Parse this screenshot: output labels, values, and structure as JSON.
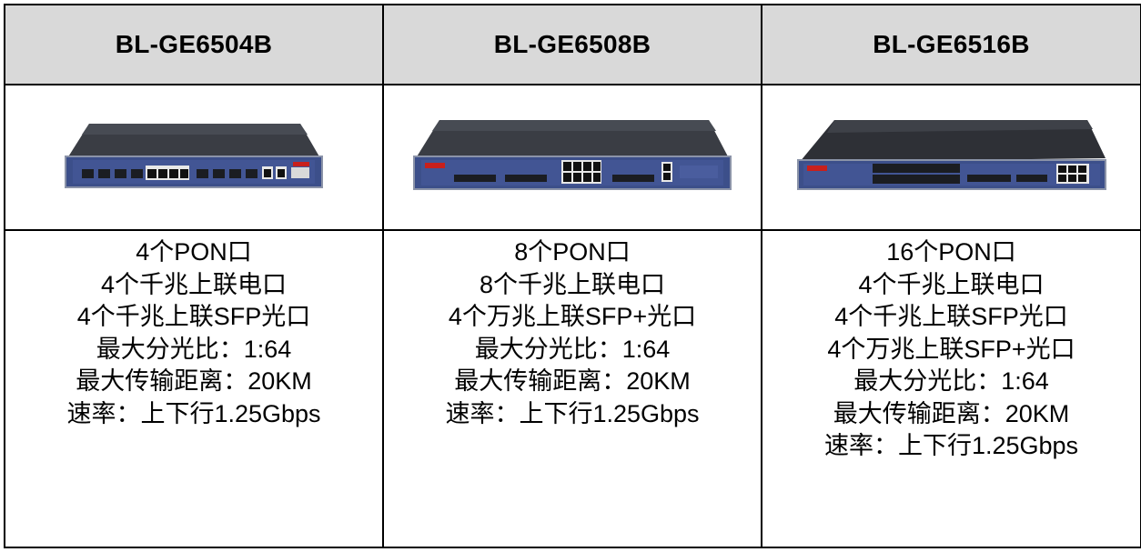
{
  "products": [
    {
      "model": "BL-GE6504B",
      "image": "olt-4pon-device",
      "specs": [
        "4个PON口",
        "4个千兆上联电口",
        "4个千兆上联SFP光口",
        "最大分光比：1:64",
        "最大传输距离：20KM",
        "速率：上下行1.25Gbps"
      ]
    },
    {
      "model": "BL-GE6508B",
      "image": "olt-8pon-device",
      "specs": [
        "8个PON口",
        "8个千兆上联电口",
        "4个万兆上联SFP+光口",
        "最大分光比：1:64",
        "最大传输距离：20KM",
        "速率：上下行1.25Gbps"
      ]
    },
    {
      "model": "BL-GE6516B",
      "image": "olt-16pon-device",
      "specs": [
        "16个PON口",
        "4个千兆上联电口",
        "4个千兆上联SFP光口",
        "4个万兆上联SFP+光口",
        "最大分光比：1:64",
        "最大传输距离：20KM",
        "速率：上下行1.25Gbps"
      ]
    }
  ],
  "colors": {
    "header_bg": "#d9d9d9",
    "panel_blue": "#3c4f8a",
    "chassis_top": "#3a3d44",
    "brand_red": "#c8201c"
  }
}
